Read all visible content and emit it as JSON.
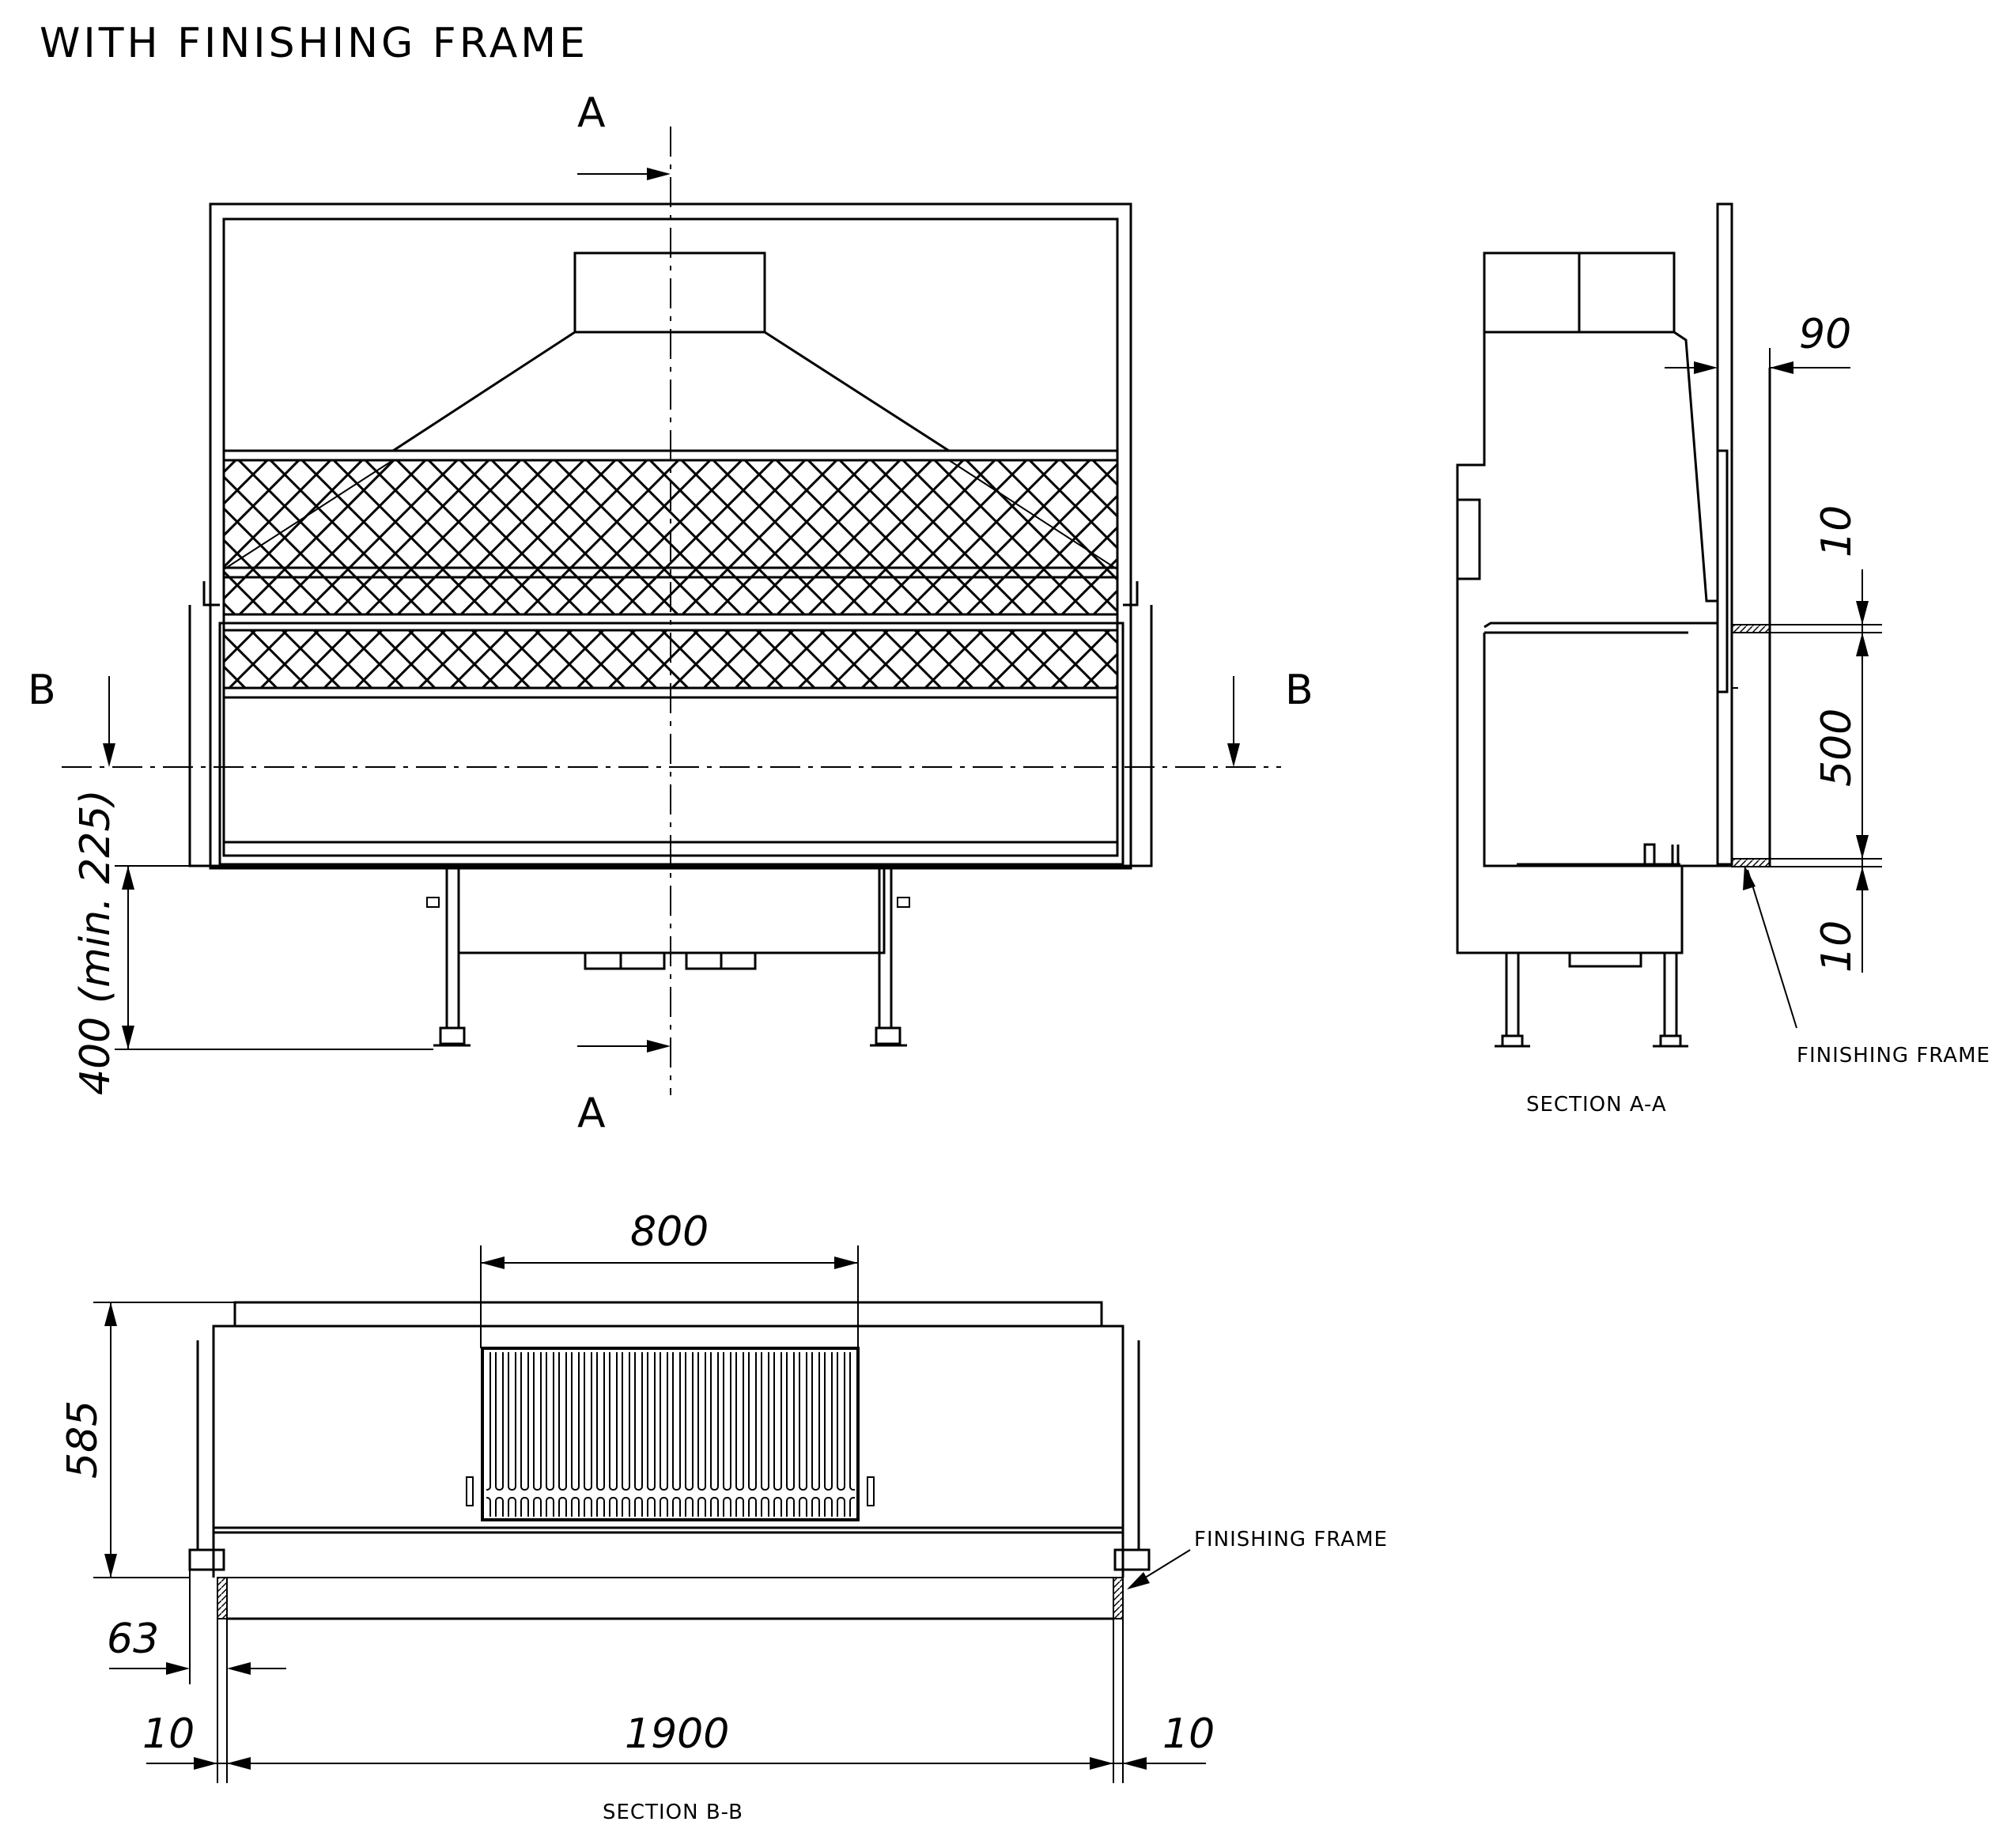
{
  "title": "WITH FINISHING FRAME",
  "front_view": {
    "section_a_top": "A",
    "section_a_bottom": "A",
    "section_b_left": "B",
    "section_b_right": "B",
    "dim_height": "400 (min. 225)"
  },
  "section_aa": {
    "label": "SECTION A-A",
    "dim_depth": "90",
    "dim_top": "10",
    "dim_opening": "500",
    "dim_bottom": "10",
    "frame_label": "FINISHING FRAME"
  },
  "section_bb": {
    "label": "SECTION B-B",
    "dim_grate": "800",
    "dim_depth": "585",
    "dim_offset": "63",
    "dim_left": "10",
    "dim_width": "1900",
    "dim_right": "10",
    "frame_label": "FINISHING FRAME"
  }
}
